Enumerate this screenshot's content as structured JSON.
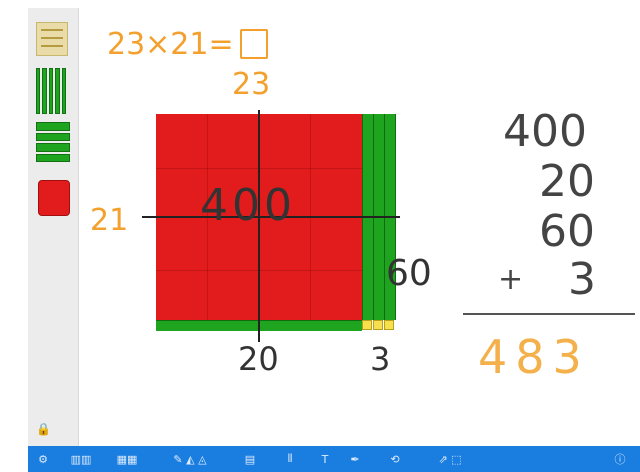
{
  "problem": {
    "expression": "23×21=",
    "answer_box": ""
  },
  "area_model": {
    "top_label": "23",
    "left_label": "21",
    "center_label": "400",
    "right_label": "60",
    "bottom_left_label": "20",
    "bottom_right_label": "3"
  },
  "column_sum": {
    "row1": "400",
    "row2": "20",
    "row3": "60",
    "plus": "+",
    "row4": "3",
    "total": "483"
  },
  "colors": {
    "orange": "#f3a02e",
    "red_block": "#e21c1c",
    "green_block": "#1fa41f",
    "unit_block": "#f7e04b",
    "toolbar": "#1a7de0"
  },
  "toolbar": {
    "icons": [
      "settings-icon",
      "strip-view-icon",
      "grid-view-icon",
      "draw-tool-icons",
      "fill-icon",
      "split-icon",
      "text-icon",
      "pen-icon",
      "rotate-icon",
      "share-icon",
      "info-icon"
    ]
  }
}
